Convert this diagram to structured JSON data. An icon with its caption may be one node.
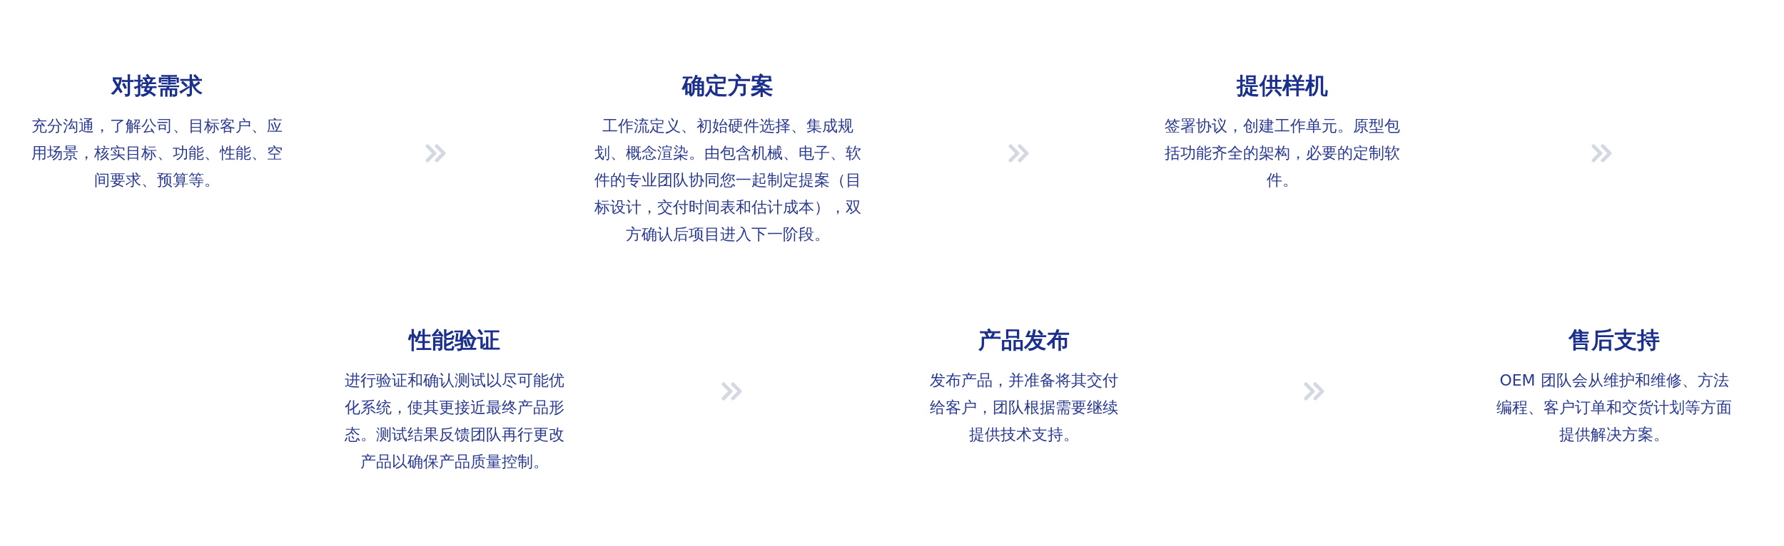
{
  "diagram": {
    "nodes": [
      {
        "text": [
          "对接需求",
          "充分沟通，了解公司、目标客户、应用场景，核实目标、功能、性能、空间要求、预算等。"
        ]
      },
      {
        "text": [
          "确定方案",
          "工作流定义、初始硬件选择、集成规划、概念渲染。由包含机械、电子、软件的专业团队协同您一起制定提案（目标设计，交付时间表和估计成本），双方确认后项目进入下一阶段。"
        ]
      },
      {
        "text": [
          "提供样机",
          "签署协议，创建工作单元。原型包括功能齐全的架构，必要的定制软件。"
        ]
      },
      {
        "text": [
          "性能验证",
          "进行验证和确认测试以尽可能优化系统，使其更接近最终产品形态。测试结果反馈团队再行更改产品以确保产品质量控制。"
        ]
      },
      {
        "text": [
          "产品发布",
          "发布产品，并准备将其交付给客户，团队根据需要继续提供技术支持。"
        ]
      },
      {
        "text": [
          "售后支持",
          "OEM 团队会从维护和维修、方法编程、客户订单和交货计划等方面提供解决方案。"
        ]
      }
    ]
  }
}
